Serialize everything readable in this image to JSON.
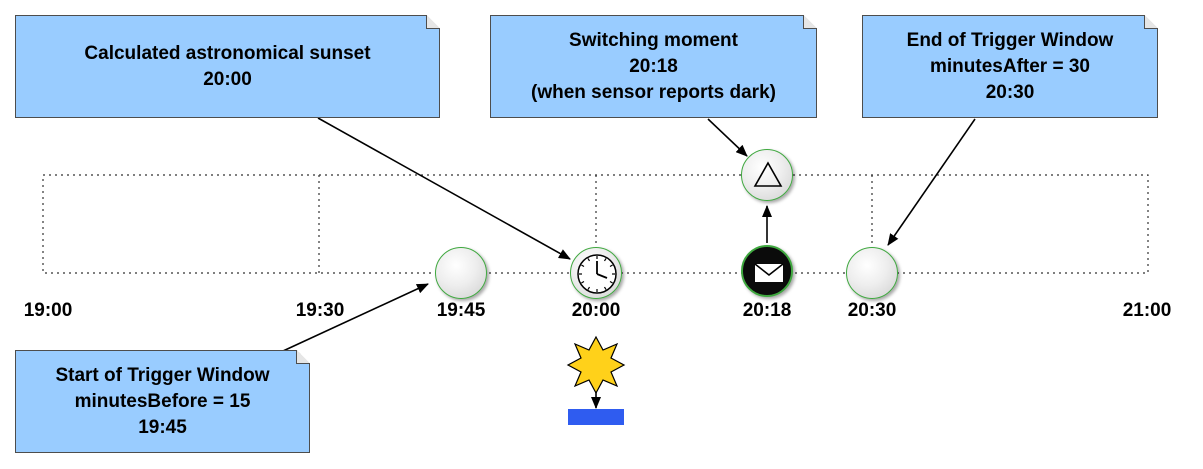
{
  "notes": {
    "sunset": {
      "lines": [
        "Calculated astronomical sunset",
        "20:00"
      ]
    },
    "switching": {
      "lines": [
        "Switching moment",
        "20:18",
        "(when sensor reports dark)"
      ]
    },
    "end": {
      "lines": [
        "End of Trigger Window",
        "minutesAfter = 30",
        "20:30"
      ]
    },
    "start": {
      "lines": [
        "Start of Trigger Window",
        "minutesBefore = 15",
        "19:45"
      ]
    }
  },
  "timeline": {
    "ticks": [
      "19:00",
      "19:30",
      "19:45",
      "20:00",
      "20:18",
      "20:30",
      "21:00"
    ]
  },
  "events": {
    "start_window": {
      "icon": "blank-circle-icon"
    },
    "sunset": {
      "icon": "clock-icon"
    },
    "message": {
      "icon": "envelope-icon"
    },
    "switching": {
      "icon": "triangle-icon"
    },
    "end_window": {
      "icon": "blank-circle-icon"
    },
    "sun": {
      "icon": "sun-burst-icon"
    },
    "ground": {
      "icon": "blue-bar-icon"
    }
  },
  "colors": {
    "note_fill": "#99ccff",
    "event_border": "#3fa83f",
    "sun_fill": "#ffd11a",
    "ground_fill": "#2f5cf0"
  }
}
